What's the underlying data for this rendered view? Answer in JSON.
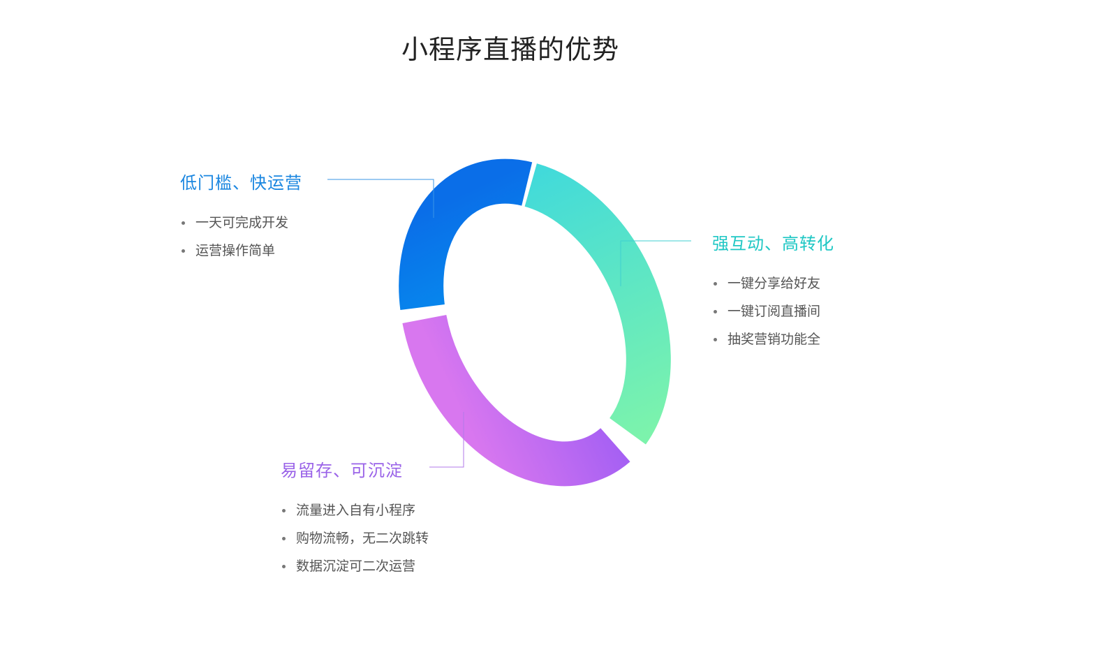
{
  "title": "小程序直播的优势",
  "sections": [
    {
      "heading": "低门槛、快运营",
      "color": "#1a86e0",
      "items": [
        "一天可完成开发",
        "运营操作简单"
      ]
    },
    {
      "heading": "强互动、高转化",
      "color": "#1fc7c4",
      "items": [
        "一键分享给好友",
        "一键订阅直播间",
        "抽奖营销功能全"
      ]
    },
    {
      "heading": "易留存、可沉淀",
      "color": "#9a63e8",
      "items": [
        "流量进入自有小程序",
        "购物流畅，无二次跳转",
        "数据沉淀可二次运营"
      ]
    }
  ]
}
